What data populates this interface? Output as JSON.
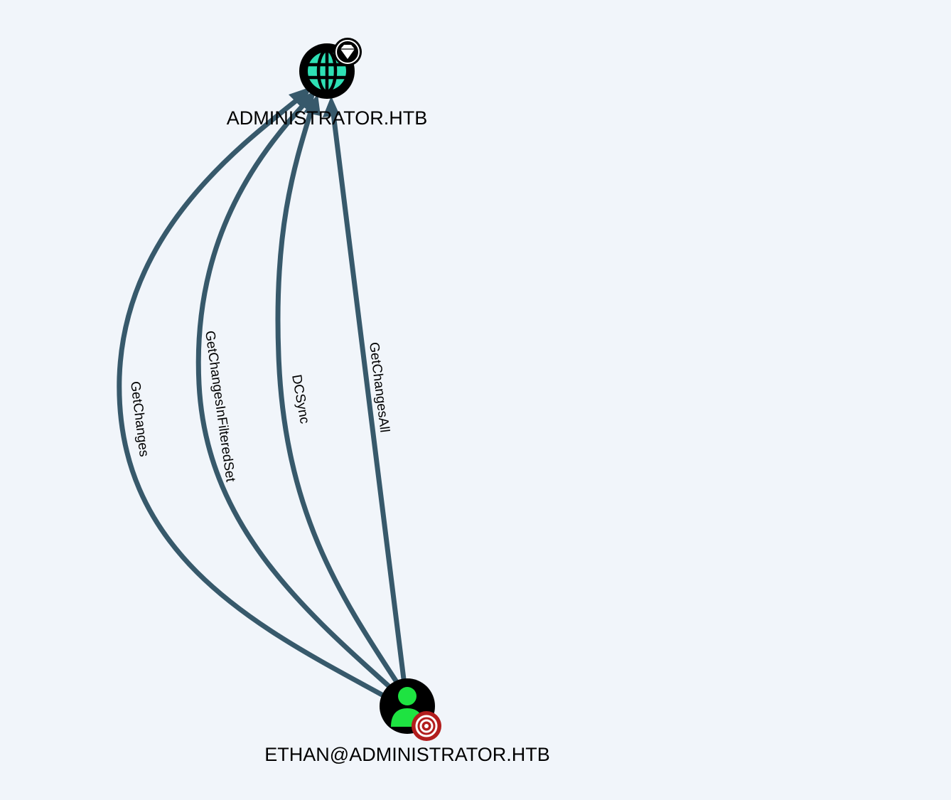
{
  "graph": {
    "background": "#f1f5fa",
    "edge_color": "#37596b",
    "nodes": {
      "domain": {
        "label": "ADMINISTRATOR.HTB",
        "type": "domain",
        "icon": "globe-icon",
        "badge": "high-value-diamond-icon",
        "icon_color": "#2ee0b5"
      },
      "user": {
        "label": "ETHAN@ADMINISTRATOR.HTB",
        "type": "user",
        "icon": "user-icon",
        "badge": "owned-target-icon",
        "icon_color": "#1ee341",
        "badge_color": "#b21d1d"
      }
    },
    "edges": [
      {
        "label": "GetChanges",
        "source": "user",
        "target": "domain"
      },
      {
        "label": "GetChangesInFilteredSet",
        "source": "user",
        "target": "domain"
      },
      {
        "label": "DCSync",
        "source": "user",
        "target": "domain"
      },
      {
        "label": "GetChangesAll",
        "source": "user",
        "target": "domain"
      }
    ]
  }
}
